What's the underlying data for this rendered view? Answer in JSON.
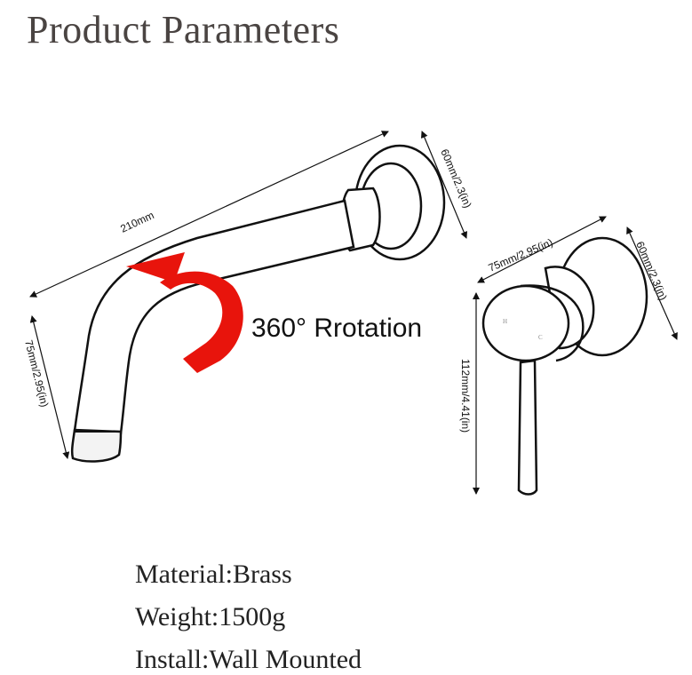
{
  "title": "Product Parameters",
  "rotation_label": "360° Rrotation",
  "dimensions": {
    "spout_length": "210mm",
    "flange_diameter_spout": "60mm/2.3(in)",
    "spout_drop": "75mm/2.95(in)",
    "handle_depth": "75mm/2.95(in)",
    "flange_diameter_handle": "60mm/2.3(in)",
    "handle_height": "112mm/4.41(in)"
  },
  "handle_marks": {
    "hot": "H",
    "cold": "C"
  },
  "specs": {
    "material": "Material:Brass",
    "weight": "Weight:1500g",
    "install": "Install:Wall Mounted"
  },
  "colors": {
    "arrow": "#e8140c",
    "line": "#111111",
    "title": "#4a4442"
  }
}
